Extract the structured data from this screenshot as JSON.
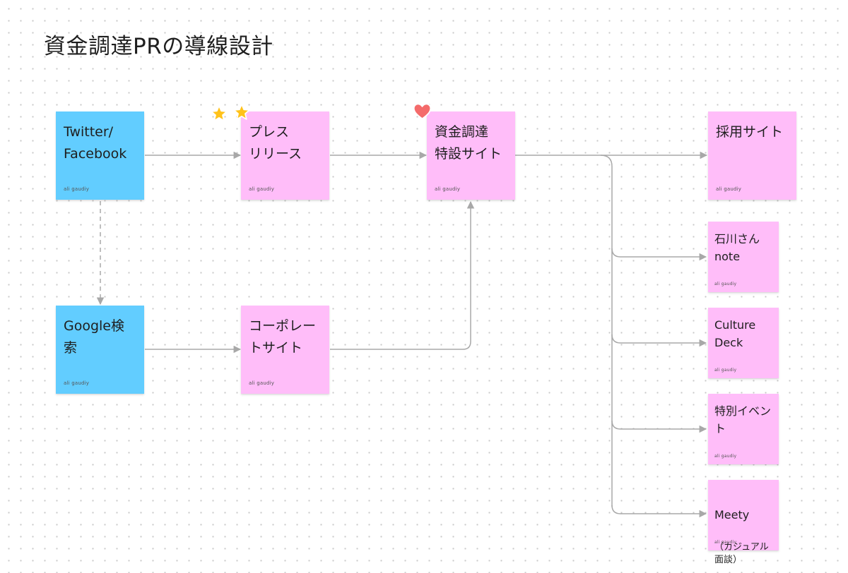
{
  "board": {
    "title": "資金調達PRの導線設計",
    "colors": {
      "blue_note": "#62cdff",
      "pink_note": "#ffbdf9",
      "connector": "#a8a8a8",
      "star": "#ffc21a",
      "heart": "#f46b6b"
    }
  },
  "notes": {
    "twitter": {
      "text": "Twitter/\nFacebook",
      "author": "ali gaudiy"
    },
    "google": {
      "text": "Google検\n索",
      "author": "ali gaudiy"
    },
    "press": {
      "text": "プレス\nリリース",
      "author": "ali gaudiy"
    },
    "corporate": {
      "text": "コーポレー\nトサイト",
      "author": "ali gaudiy"
    },
    "special": {
      "text": "資金調達\n特設サイト",
      "author": "ali gaudiy"
    },
    "recruit": {
      "text": "採用サイト",
      "author": "ali gaudiy"
    },
    "ishikawa": {
      "text": "石川さん\nnote",
      "author": "ali gaudiy"
    },
    "culture": {
      "text": "Culture\nDeck",
      "author": "ali gaudiy"
    },
    "event": {
      "text": "特別イベン\nト",
      "author": "ali gaudiy"
    },
    "meety": {
      "text": "Meety",
      "sub": "（カジュアル\n面談）",
      "author": "ali gaudiy"
    }
  },
  "reactions": {
    "press": [
      "star-icon",
      "star-icon"
    ],
    "special": [
      "heart-icon"
    ]
  }
}
